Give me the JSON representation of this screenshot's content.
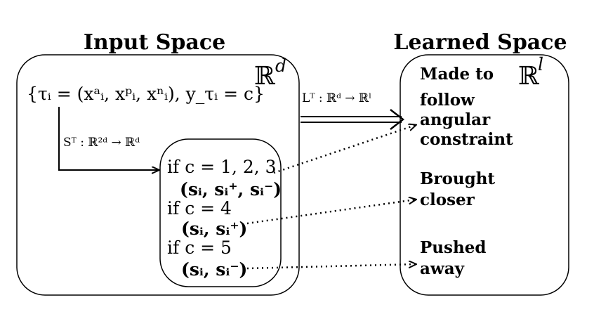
{
  "left_panel": {
    "title": "Input Space",
    "space_symbol": "ℝ",
    "space_exp": "d",
    "tuple_formula": "{τᵢ = (xᵃᵢ, xᵖᵢ, xⁿᵢ), y_τᵢ = c}",
    "projection_label": "Sᵀ : ℝ²ᵈ → ℝᵈ",
    "cases": [
      {
        "condition": "if c = 1, 2, 3",
        "tuple": "(sᵢ, sᵢ⁺, sᵢ⁻)"
      },
      {
        "condition": "if c = 4",
        "tuple": "(sᵢ, sᵢ⁺)"
      },
      {
        "condition": "if c = 5",
        "tuple": "(sᵢ, sᵢ⁻)"
      }
    ]
  },
  "mapping_label": "Lᵀ : ℝᵈ → ℝˡ",
  "right_panel": {
    "title": "Learned Space",
    "space_symbol": "ℝ",
    "space_exp": "l",
    "outcomes": [
      {
        "lines": [
          "Made to",
          "follow",
          "angular",
          "constraint"
        ]
      },
      {
        "lines": [
          "Brought",
          "closer"
        ]
      },
      {
        "lines": [
          "Pushed",
          "away"
        ]
      }
    ]
  }
}
